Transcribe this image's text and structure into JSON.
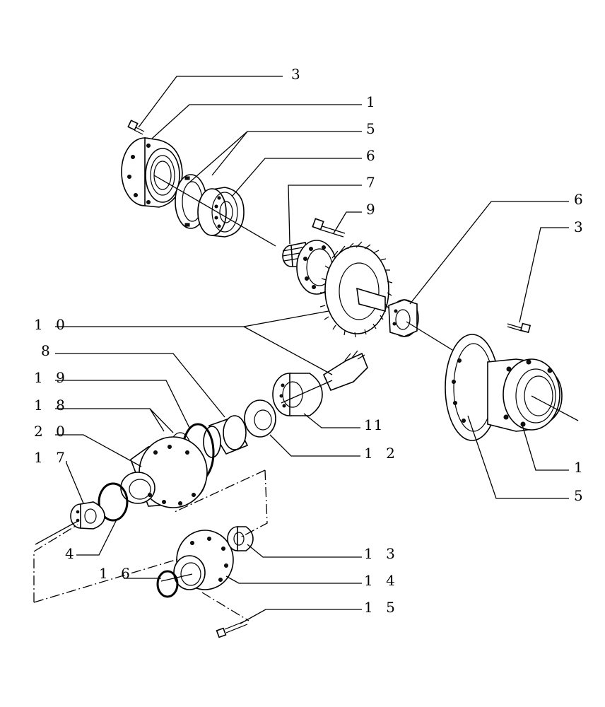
{
  "callouts": [
    {
      "id": "c3a",
      "text": "3"
    },
    {
      "id": "c1a",
      "text": "1"
    },
    {
      "id": "c5a",
      "text": "5"
    },
    {
      "id": "c6a",
      "text": "6"
    },
    {
      "id": "c7",
      "text": "7"
    },
    {
      "id": "c9",
      "text": "9"
    },
    {
      "id": "c6b",
      "text": "6"
    },
    {
      "id": "c3b",
      "text": "3"
    },
    {
      "id": "c10",
      "text": "1 0"
    },
    {
      "id": "c8",
      "text": "8"
    },
    {
      "id": "c19",
      "text": "1 9"
    },
    {
      "id": "c18",
      "text": "1 8"
    },
    {
      "id": "c20",
      "text": "2 0"
    },
    {
      "id": "c17",
      "text": "1 7"
    },
    {
      "id": "c11",
      "text": "11"
    },
    {
      "id": "c12",
      "text": "1 2"
    },
    {
      "id": "c4",
      "text": "4"
    },
    {
      "id": "c1b",
      "text": "1"
    },
    {
      "id": "c5b",
      "text": "5"
    },
    {
      "id": "c13",
      "text": "1 3"
    },
    {
      "id": "c16",
      "text": "1 6"
    },
    {
      "id": "c14",
      "text": "1 4"
    },
    {
      "id": "c15",
      "text": "1 5"
    }
  ]
}
